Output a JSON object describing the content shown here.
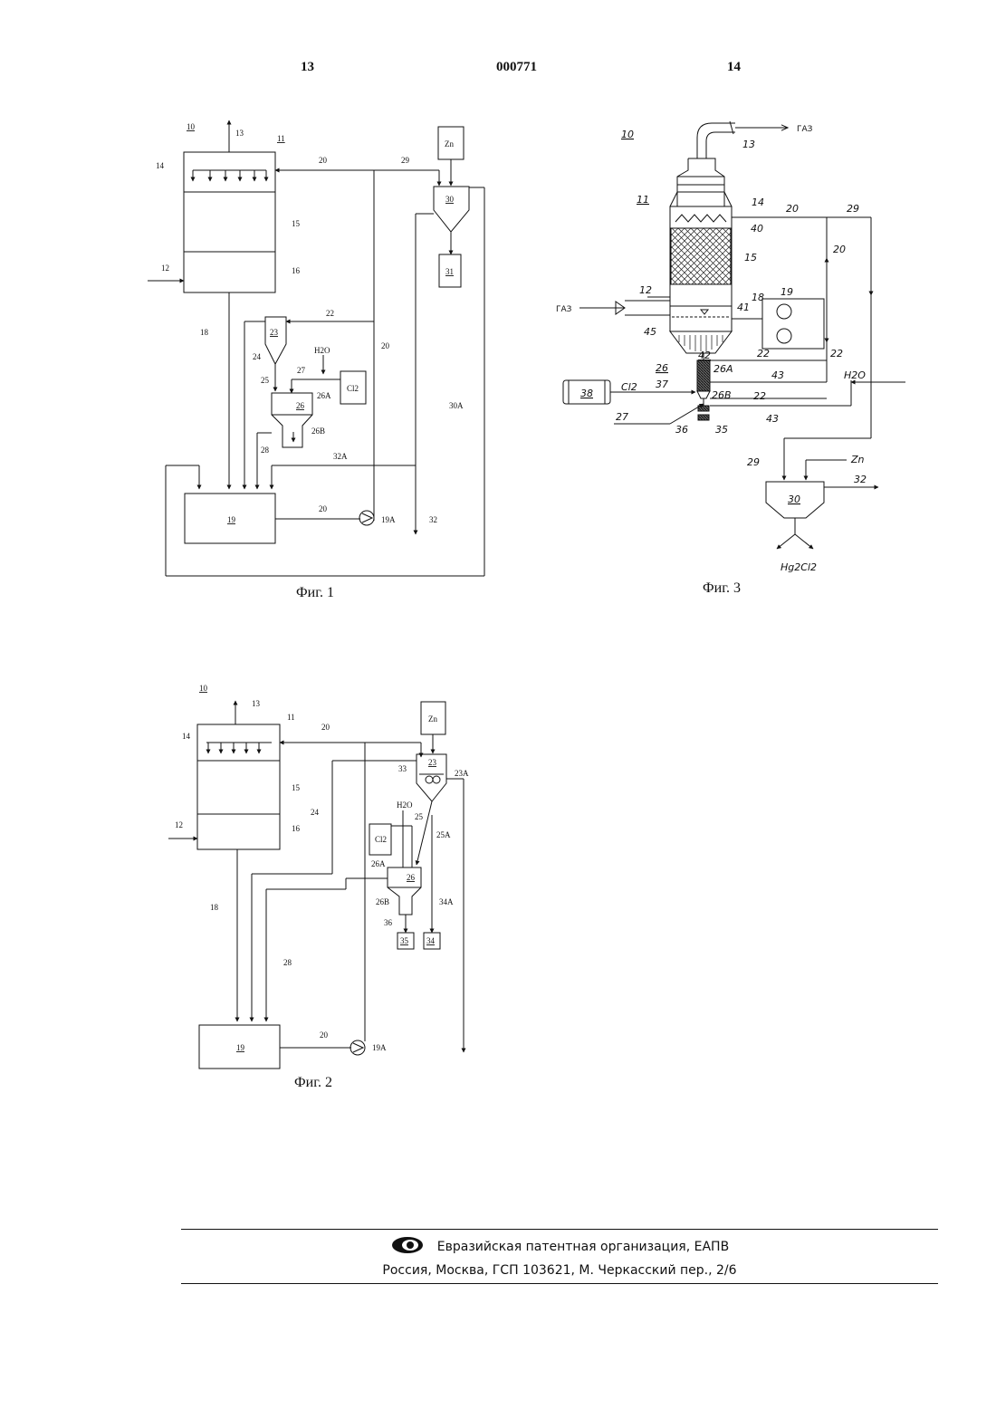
{
  "header": {
    "page_left": "13",
    "doc_number": "000771",
    "page_right": "14"
  },
  "captions": {
    "fig1": "Фиг. 1",
    "fig2": "Фиг. 2",
    "fig3": "Фиг. 3"
  },
  "fig1": {
    "labels": {
      "system": "10",
      "exhaust": "13",
      "tower": "11",
      "spray": "14",
      "packing": "15",
      "sump": "16",
      "gas_in": "12",
      "line18": "18",
      "line20a": "20",
      "line20b": "20",
      "line20c": "20",
      "line29": "29",
      "zn": "Zn",
      "reactor": "30",
      "product": "31",
      "line22": "22",
      "cyclone": "23",
      "line24": "24",
      "h2o": "H2O",
      "line25": "25",
      "line27": "27",
      "cl2": "Cl2",
      "cell26": "26",
      "cell26a": "26A",
      "cell26b": "26B",
      "line28": "28",
      "line30a": "30A",
      "line32a": "32A",
      "tank": "19",
      "pump": "19A",
      "line32": "32"
    }
  },
  "fig2": {
    "labels": {
      "system": "10",
      "exhaust": "13",
      "tower": "11",
      "spray": "14",
      "packing": "15",
      "sump": "16",
      "gas_in": "12",
      "line18": "18",
      "line20a": "20",
      "line20b": "20",
      "line24": "24",
      "zn": "Zn",
      "reactor": "23",
      "agitator": "33",
      "line23a": "23A",
      "h2o": "H2O",
      "line25": "25",
      "line25a": "25A",
      "cl2": "Cl2",
      "cell26a": "26A",
      "cell26": "26",
      "cell26b": "26B",
      "line34a": "34A",
      "line36": "36",
      "out35": "35",
      "out34": "34",
      "line28": "28",
      "tank": "19",
      "pump": "19A"
    }
  },
  "fig3": {
    "labels": {
      "system": "10",
      "exhaust": "13",
      "gas_out": "ГАЗ",
      "tower": "11",
      "spray": "14",
      "nozzle": "40",
      "line20a": "20",
      "line29a": "29",
      "line20b": "20",
      "packing": "15",
      "gas_in": "ГАЗ",
      "line12": "12",
      "line41": "41",
      "line18": "18",
      "pump19": "19",
      "line45": "45",
      "bottom42": "42",
      "line22a": "22",
      "line22b": "22",
      "cell26": "26",
      "cell26a": "26A",
      "line43a": "43",
      "h2o": "H2O",
      "unit38": "38",
      "cl2": "Cl2",
      "line37": "37",
      "cell26b": "26B",
      "line22c": "22",
      "line27": "27",
      "line43b": "43",
      "line36": "36",
      "line35": "35",
      "line29b": "29",
      "zn": "Zn",
      "reactor": "30",
      "line32": "32",
      "hg2cl2": "Hg2Cl2"
    }
  },
  "footer": {
    "org": "Евразийская патентная организация, ЕАПВ",
    "address": "Россия, Москва, ГСП 103621, М. Черкасский пер., 2/6"
  }
}
